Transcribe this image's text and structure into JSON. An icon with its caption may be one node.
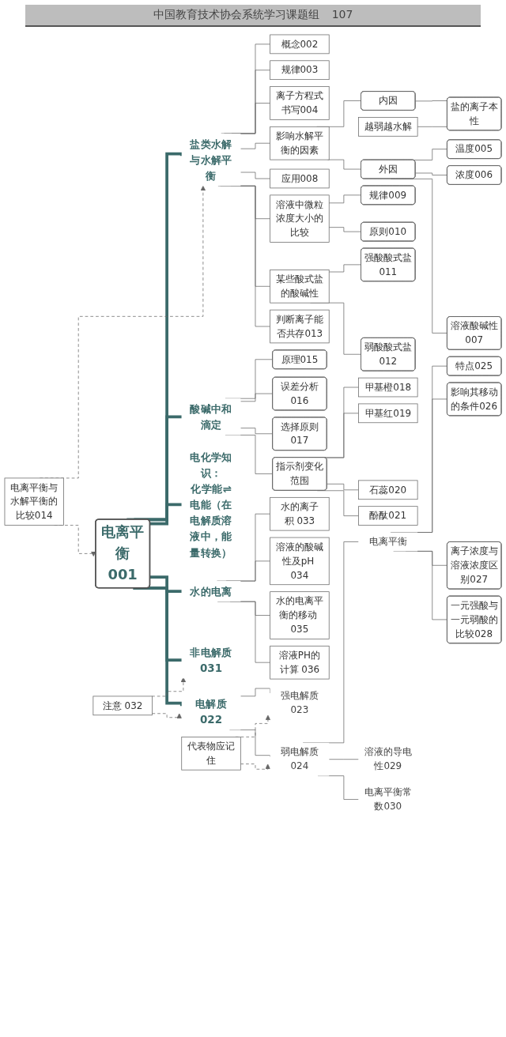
{
  "diagram": {
    "nodes": [
      {
        "text": [
          "电离平衡",
          "001"
        ]
      },
      {
        "text": [
          "盐类水解与水解平衡"
        ]
      },
      {
        "text": [
          "概念002"
        ]
      },
      {
        "text": [
          "规律003"
        ]
      },
      {
        "text": [
          "离子方程式书写004"
        ]
      },
      {
        "text": [
          "影响水解平衡的因素"
        ]
      },
      {
        "text": [
          "内因"
        ]
      },
      {
        "text": [
          "盐的离子本性"
        ]
      },
      {
        "text": [
          "越弱越水解"
        ]
      },
      {
        "text": [
          "外因"
        ]
      },
      {
        "text": [
          "温度005"
        ]
      },
      {
        "text": [
          "浓度006"
        ]
      },
      {
        "text": [
          "溶液酸碱性007"
        ]
      },
      {
        "text": [
          "应用008"
        ]
      },
      {
        "text": [
          "溶液中微粒浓度大小的比较"
        ]
      },
      {
        "text": [
          "规律009"
        ]
      },
      {
        "text": [
          "原则010"
        ]
      },
      {
        "text": [
          "某些酸式盐的酸碱性"
        ]
      },
      {
        "text": [
          "强酸酸式盐011"
        ]
      },
      {
        "text": [
          "弱酸酸式盐012"
        ]
      },
      {
        "text": [
          "判断离子能否共存013"
        ]
      },
      {
        "text": [
          "电离平衡与水解平衡的比较014"
        ]
      },
      {
        "text": [
          "酸碱中和滴定"
        ]
      },
      {
        "text": [
          "原理015"
        ]
      },
      {
        "text": [
          "误差分析016"
        ]
      },
      {
        "text": [
          "选择原则017"
        ]
      },
      {
        "text": [
          "指示剂变化范围"
        ]
      },
      {
        "text": [
          "甲基橙018"
        ]
      },
      {
        "text": [
          "甲基红019"
        ]
      },
      {
        "text": [
          "石蕊020"
        ]
      },
      {
        "text": [
          "酚酞021"
        ]
      },
      {
        "text": [
          "电化学知识：",
          "化学能⇌电能（在电解质溶液中，能量转换）"
        ]
      },
      {
        "text": [
          "水的电离"
        ]
      },
      {
        "text": [
          "水的离子积 033"
        ]
      },
      {
        "text": [
          "溶液的酸碱性及pH 034"
        ]
      },
      {
        "text": [
          "水的电离平衡的移动 035"
        ]
      },
      {
        "text": [
          "溶液PH的计算 036"
        ]
      },
      {
        "text": [
          "非电解质031"
        ]
      },
      {
        "text": [
          "电解质022"
        ]
      },
      {
        "text": [
          "强电解质023"
        ]
      },
      {
        "text": [
          "弱电解质024"
        ]
      },
      {
        "text": [
          "电离平衡"
        ]
      },
      {
        "text": [
          "特点025"
        ]
      },
      {
        "text": [
          "影响其移动的条件026"
        ]
      },
      {
        "text": [
          "离子浓度与溶液浓度区别027"
        ]
      },
      {
        "text": [
          "一元强酸与一元弱酸的比较028"
        ]
      },
      {
        "text": [
          "溶液的导电性029"
        ]
      },
      {
        "text": [
          "电离平衡常数030"
        ]
      },
      {
        "text": [
          "代表物应记住"
        ]
      },
      {
        "text": [
          "注意 032"
        ]
      }
    ],
    "edges": [
      {
        "from": 0,
        "to": 1,
        "arrow": "none",
        "style": "thick"
      },
      {
        "from": 1,
        "to": 2,
        "arrow": "none"
      },
      {
        "from": 1,
        "to": 3,
        "arrow": "none"
      },
      {
        "from": 1,
        "to": 4,
        "arrow": "none"
      },
      {
        "from": 1,
        "to": 5,
        "arrow": "none"
      },
      {
        "from": 5,
        "to": 6,
        "arrow": "none"
      },
      {
        "from": 6,
        "to": 7,
        "arrow": "none"
      },
      {
        "from": 8,
        "to": 7,
        "arrow": "none"
      },
      {
        "from": 5,
        "to": 9,
        "arrow": "none"
      },
      {
        "from": 9,
        "to": 10,
        "arrow": "none"
      },
      {
        "from": 9,
        "to": 11,
        "arrow": "none"
      },
      {
        "from": 9,
        "to": 12,
        "arrow": "none"
      },
      {
        "from": 1,
        "to": 13,
        "arrow": "none"
      },
      {
        "from": 1,
        "to": 14,
        "arrow": "none"
      },
      {
        "from": 14,
        "to": 15,
        "arrow": "none"
      },
      {
        "from": 14,
        "to": 16,
        "arrow": "none"
      },
      {
        "from": 1,
        "to": 17,
        "arrow": "none"
      },
      {
        "from": 17,
        "to": 18,
        "arrow": "none"
      },
      {
        "from": 17,
        "to": 19,
        "arrow": "none"
      },
      {
        "from": 1,
        "to": 20,
        "arrow": "none"
      },
      {
        "from": 21,
        "to": 0,
        "arrow": "to",
        "style": "dashed"
      },
      {
        "from": 21,
        "to": 1,
        "arrow": "to",
        "style": "dashed"
      },
      {
        "from": 0,
        "to": 22,
        "arrow": "none",
        "style": "thick"
      },
      {
        "from": 22,
        "to": 23,
        "arrow": "none"
      },
      {
        "from": 22,
        "to": 24,
        "arrow": "none"
      },
      {
        "from": 22,
        "to": 25,
        "arrow": "none"
      },
      {
        "from": 22,
        "to": 26,
        "arrow": "none"
      },
      {
        "from": 26,
        "to": 27,
        "arrow": "none"
      },
      {
        "from": 26,
        "to": 28,
        "arrow": "none"
      },
      {
        "from": 26,
        "to": 29,
        "arrow": "none"
      },
      {
        "from": 26,
        "to": 30,
        "arrow": "none"
      },
      {
        "from": 0,
        "to": 31,
        "arrow": "none",
        "style": "thick"
      },
      {
        "from": 0,
        "to": 32,
        "arrow": "none",
        "style": "thick"
      },
      {
        "from": 32,
        "to": 33,
        "arrow": "none"
      },
      {
        "from": 32,
        "to": 34,
        "arrow": "none"
      },
      {
        "from": 32,
        "to": 35,
        "arrow": "none"
      },
      {
        "from": 32,
        "to": 36,
        "arrow": "none"
      },
      {
        "from": 0,
        "to": 37,
        "arrow": "none",
        "style": "thick"
      },
      {
        "from": 0,
        "to": 38,
        "arrow": "none",
        "style": "thick"
      },
      {
        "from": 38,
        "to": 39,
        "arrow": "none"
      },
      {
        "from": 38,
        "to": 40,
        "arrow": "none"
      },
      {
        "from": 40,
        "to": 41,
        "arrow": "none"
      },
      {
        "from": 41,
        "to": 42,
        "arrow": "none"
      },
      {
        "from": 41,
        "to": 43,
        "arrow": "none"
      },
      {
        "from": 41,
        "to": 44,
        "arrow": "none"
      },
      {
        "from": 41,
        "to": 45,
        "arrow": "none"
      },
      {
        "from": 40,
        "to": 46,
        "arrow": "none"
      },
      {
        "from": 40,
        "to": 47,
        "arrow": "none"
      },
      {
        "from": 48,
        "to": 39,
        "arrow": "to",
        "style": "dashed"
      },
      {
        "from": 48,
        "to": 40,
        "arrow": "to",
        "style": "dashed"
      },
      {
        "from": 49,
        "to": 38,
        "arrow": "to",
        "style": "dashed"
      },
      {
        "from": 49,
        "to": 37,
        "arrow": "to",
        "style": "dashed"
      }
    ],
    "labels": [
      "中国教育技术协会系统学习课题组",
      "107"
    ]
  }
}
